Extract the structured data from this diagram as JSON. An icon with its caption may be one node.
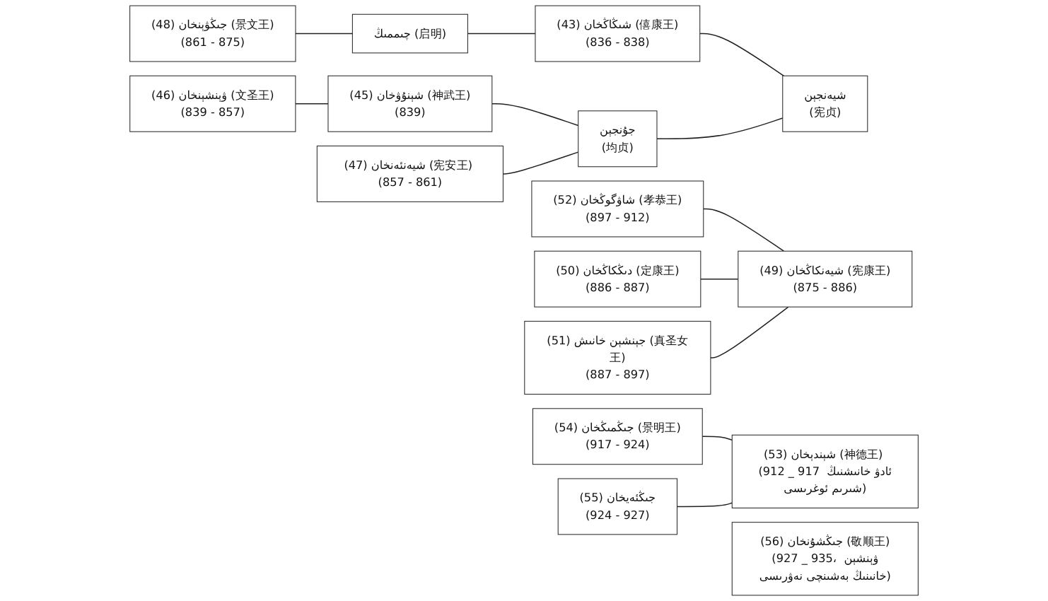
{
  "diagram": {
    "nodes": [
      {
        "text": [
          "شيەنجېن",
          "(宪贞)"
        ]
      },
      {
        "text": [
          "جۇنجېن",
          "(均贞)"
        ]
      },
      {
        "text": [
          "(43) شىڭاڭخان (僖康王)",
          "(836 - 838)"
        ]
      },
      {
        "text": [
          "چىممىڭ (启明)"
        ]
      },
      {
        "text": [
          "(48) جىڭۋېنخان (景文王)",
          "(861 - 875)"
        ]
      },
      {
        "text": [
          "(45) شېنۇۋخان (神武王)",
          "(839)"
        ]
      },
      {
        "text": [
          "(46) ۋېنشېنخان (文圣王)",
          "(839 - 857)"
        ]
      },
      {
        "text": [
          "(47) شيەنئەنخان (宪安王) (857 - 861)"
        ]
      },
      {
        "text": [
          "(49) شيەنكاڭخان (宪康王)",
          "(875 - 886)"
        ]
      },
      {
        "text": [
          "(52) شاۋگوڭخان (孝恭王)",
          "(897 - 912)"
        ]
      },
      {
        "text": [
          "(50) دىڭكاڭخان (定康王)",
          "(886 - 887)"
        ]
      },
      {
        "text": [
          "(51) جېنشېن خانىش (真圣女王)",
          "(887 - 897)"
        ]
      },
      {
        "text": [
          "(53) شېندېخان (神德王) (912 _ 917 ئادۋ خانىشنىڭ شىرىم ئوغرىسى)"
        ]
      },
      {
        "text": [
          "(54) جىڭمىڭخان (景明王)",
          "(917 - 924)"
        ]
      },
      {
        "text": [
          "(55) جىڭئەيخان",
          "(924 - 927)"
        ]
      },
      {
        "text": [
          "(56) جىڭشۇنخان (敬顺王)",
          "(927 _ 935، ۋېنشېن خانىنىڭ بەشىنچى نەۋرىسى)"
        ]
      }
    ],
    "edges": [
      {
        "from": 0,
        "to": 2,
        "arrow": "none"
      },
      {
        "from": 2,
        "to": 3,
        "arrow": "none"
      },
      {
        "from": 3,
        "to": 4,
        "arrow": "none"
      },
      {
        "from": 0,
        "to": 1,
        "arrow": "none"
      },
      {
        "from": 1,
        "to": 5,
        "arrow": "none"
      },
      {
        "from": 1,
        "to": 7,
        "arrow": "none"
      },
      {
        "from": 5,
        "to": 6,
        "arrow": "none"
      },
      {
        "from": 8,
        "to": 9,
        "arrow": "none"
      },
      {
        "from": 8,
        "to": 10,
        "arrow": "none"
      },
      {
        "from": 8,
        "to": 11,
        "arrow": "none"
      },
      {
        "from": 12,
        "to": 13,
        "arrow": "none"
      },
      {
        "from": 12,
        "to": 14,
        "arrow": "none"
      }
    ]
  }
}
